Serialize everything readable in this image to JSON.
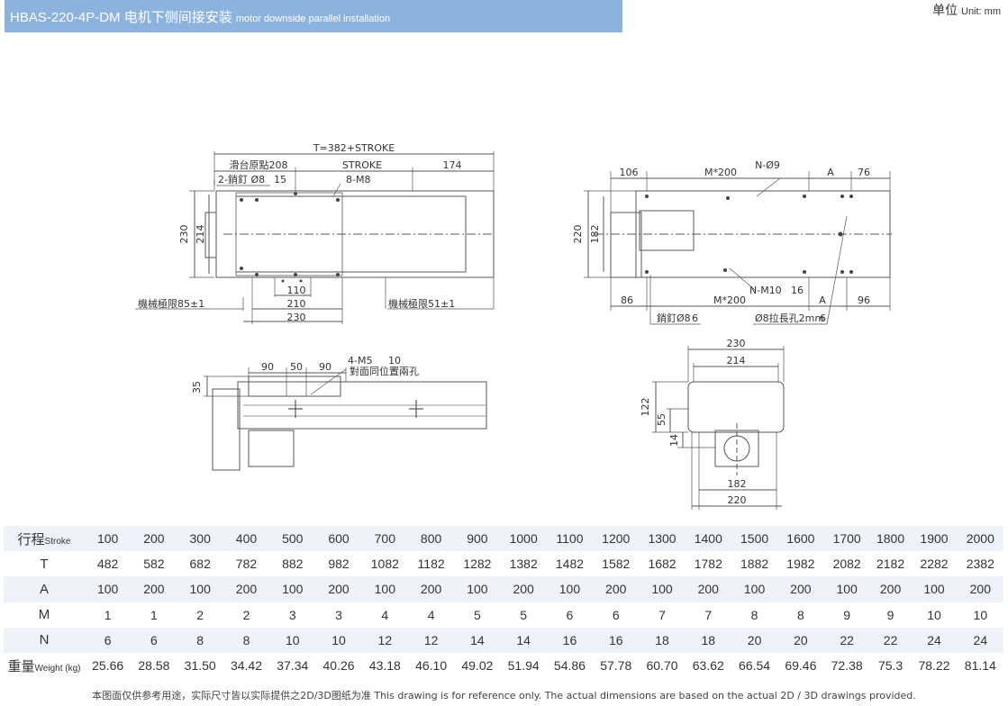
{
  "header": {
    "title": "HBAS-220-4P-DM 电机下侧间接安装",
    "title_en": "motor downside parallel installation",
    "unit_label": "单位",
    "unit_value": "Unit: mm"
  },
  "drawing": {
    "top_view": {
      "total": "T=382+STROKE",
      "origin": "滑台原點208",
      "stroke": "STROKE",
      "end_len": "174",
      "pin": "2-銷釘 Ø8",
      "pin_depth": "15",
      "thread": "8-M8",
      "h230": "230",
      "h214": "214",
      "d110": "110",
      "d210": "210",
      "d230": "230",
      "limit_left": "機械極限85±1",
      "limit_right": "機械極限51±1"
    },
    "side_view": {
      "thread": "4-M5",
      "depth": "10",
      "note": "對面同位置兩孔",
      "d90a": "90",
      "d50": "50",
      "d90b": "90",
      "d35": "35"
    },
    "bottom_view": {
      "d106": "106",
      "m200": "M*200",
      "n_hole": "N-Ø9",
      "a": "A",
      "d76": "76",
      "d220": "220",
      "d182": "182",
      "n_m10": "N-M10",
      "depth16": "16",
      "d86": "86",
      "m200b": "M*200",
      "a2": "A",
      "d96": "96",
      "pin": "銷釘Ø8",
      "pin_depth": "6",
      "slot": "Ø8拉長孔2mm",
      "slot_depth": "6"
    },
    "end_view": {
      "d230": "230",
      "d214": "214",
      "d122": "122",
      "d55": "55",
      "d14": "14",
      "d182": "182",
      "d220": "220"
    }
  },
  "table": {
    "rows": [
      {
        "label": "行程",
        "sub": "Stroke",
        "values": [
          "100",
          "200",
          "300",
          "400",
          "500",
          "600",
          "700",
          "800",
          "900",
          "1000",
          "1100",
          "1200",
          "1300",
          "1400",
          "1500",
          "1600",
          "1700",
          "1800",
          "1900",
          "2000"
        ]
      },
      {
        "label": "T",
        "sub": "",
        "values": [
          "482",
          "582",
          "682",
          "782",
          "882",
          "982",
          "1082",
          "1182",
          "1282",
          "1382",
          "1482",
          "1582",
          "1682",
          "1782",
          "1882",
          "1982",
          "2082",
          "2182",
          "2282",
          "2382"
        ]
      },
      {
        "label": "A",
        "sub": "",
        "values": [
          "100",
          "200",
          "100",
          "200",
          "100",
          "200",
          "100",
          "200",
          "100",
          "200",
          "100",
          "200",
          "100",
          "200",
          "100",
          "200",
          "100",
          "200",
          "100",
          "200"
        ]
      },
      {
        "label": "M",
        "sub": "",
        "values": [
          "1",
          "1",
          "2",
          "2",
          "3",
          "3",
          "4",
          "4",
          "5",
          "5",
          "6",
          "6",
          "7",
          "7",
          "8",
          "8",
          "9",
          "9",
          "10",
          "10"
        ]
      },
      {
        "label": "N",
        "sub": "",
        "values": [
          "6",
          "6",
          "8",
          "8",
          "10",
          "10",
          "12",
          "12",
          "14",
          "14",
          "16",
          "16",
          "18",
          "18",
          "20",
          "20",
          "22",
          "22",
          "24",
          "24"
        ]
      },
      {
        "label": "重量",
        "sub": "Weight (kg)",
        "values": [
          "25.66",
          "28.58",
          "31.50",
          "34.42",
          "37.34",
          "40.26",
          "43.18",
          "46.10",
          "49.02",
          "51.94",
          "54.86",
          "57.78",
          "60.70",
          "63.62",
          "66.54",
          "69.46",
          "72.38",
          "75.3",
          "78.22",
          "81.14"
        ]
      }
    ]
  },
  "footer": {
    "note": "本图面仅供参考用途，实际尺寸皆以实际提供之2D/3D图纸为准 This drawing is for reference only. The actual dimensions are based on the actual 2D / 3D drawings provided."
  }
}
